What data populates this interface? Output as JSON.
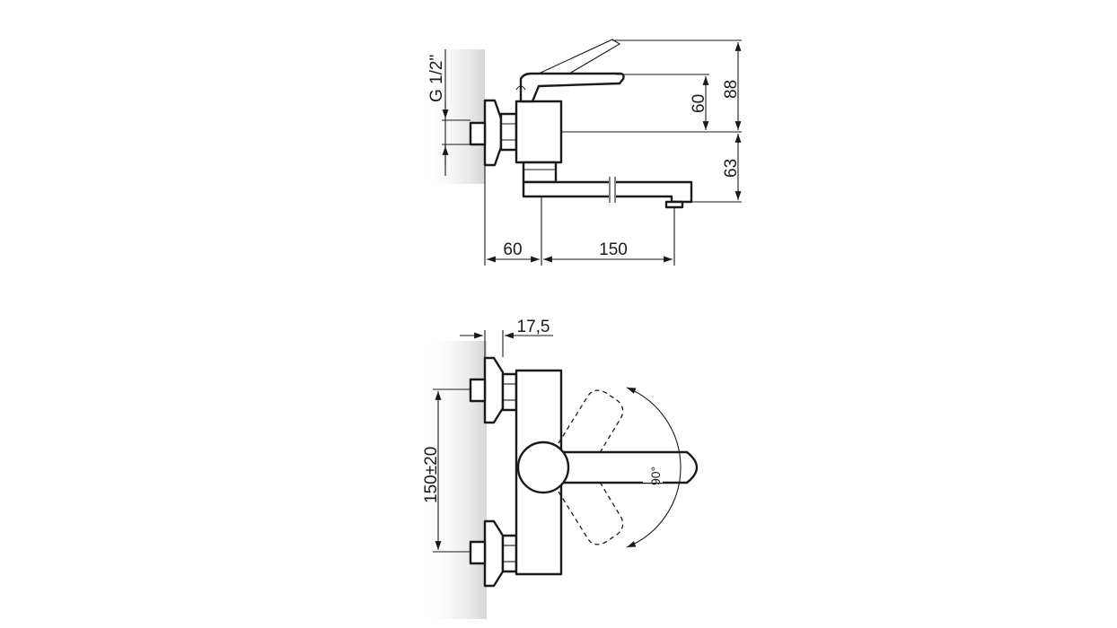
{
  "dimensions": {
    "side_view": {
      "thread": "G 1/2\"",
      "height_total": "88",
      "height_lever": "60",
      "height_spout": "63",
      "depth_wall": "60",
      "spout_reach": "150"
    },
    "front_view": {
      "offset": "17,5",
      "inlet_spacing": "150±20",
      "lever_angle": "90°"
    }
  },
  "colors": {
    "line": "#1a1a1a",
    "wall_shade": "#d9d9d9"
  }
}
